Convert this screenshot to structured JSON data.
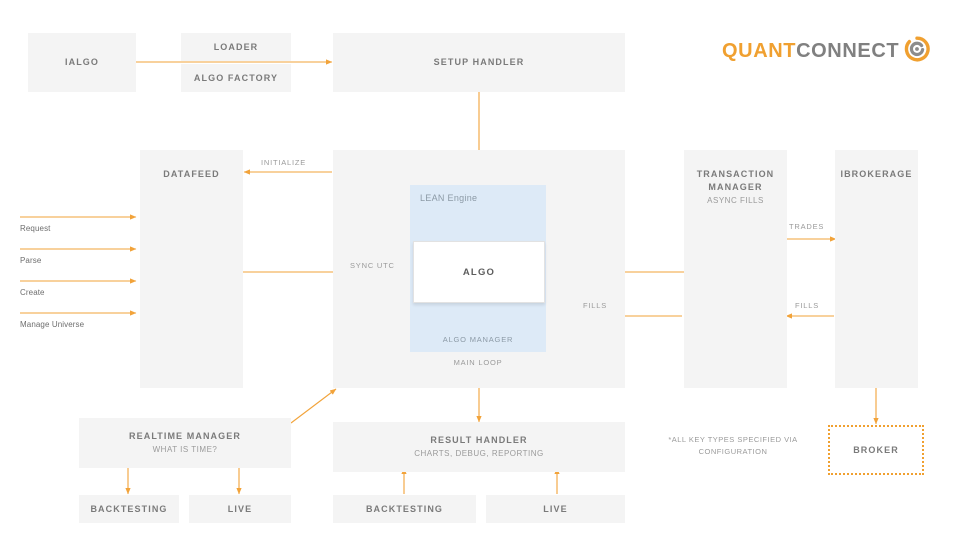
{
  "brand": {
    "word_orange": "QUANT",
    "word_gray": "CONNECT",
    "accent_color": "#f0a030",
    "gray_color": "#808080"
  },
  "palette": {
    "box_fill": "#f4f4f4",
    "lean_fill": "#ddeaf7",
    "arrow": "#f2a33a",
    "title_text": "#7a7a7a",
    "label_text": "#9a9a9a"
  },
  "blocks": {
    "ialgo": {
      "title": "IALGO"
    },
    "loader": {
      "title": "LOADER"
    },
    "algo_factory": {
      "title": "ALGO FACTORY"
    },
    "setup_handler": {
      "title": "SETUP HANDLER"
    },
    "datafeed": {
      "title": "DATAFEED"
    },
    "transaction_manager": {
      "title": "TRANSACTION MANAGER",
      "subtitle": "ASYNC FILLS"
    },
    "ibrokerage": {
      "title": "IBROKERAGE"
    },
    "broker": {
      "title": "BROKER"
    },
    "realtime_manager": {
      "title": "REALTIME MANAGER",
      "subtitle": "WHAT IS TIME?"
    },
    "result_handler": {
      "title": "RESULT HANDLER",
      "subtitle": "CHARTS, DEBUG, REPORTING"
    },
    "rt_backtesting": {
      "title": "BACKTESTING"
    },
    "rt_live": {
      "title": "LIVE"
    },
    "rh_backtesting": {
      "title": "BACKTESTING"
    },
    "rh_live": {
      "title": "LIVE"
    },
    "algo_card": {
      "title": "ALGO"
    }
  },
  "lean": {
    "label": "LEAN Engine",
    "footer": "ALGO MANAGER",
    "main_loop": "MAIN LOOP"
  },
  "flows": {
    "initialize": "INITIALIZE",
    "sync_utc": "SYNC UTC",
    "trades": "TRADES",
    "fills_mid": "FILLS",
    "fills_right": "FILLS"
  },
  "datafeed_ops": [
    {
      "label": "Request"
    },
    {
      "label": "Parse"
    },
    {
      "label": "Create"
    },
    {
      "label": "Manage Universe"
    }
  ],
  "footnote": "*ALL KEY TYPES SPECIFIED VIA\nCONFIGURATION"
}
